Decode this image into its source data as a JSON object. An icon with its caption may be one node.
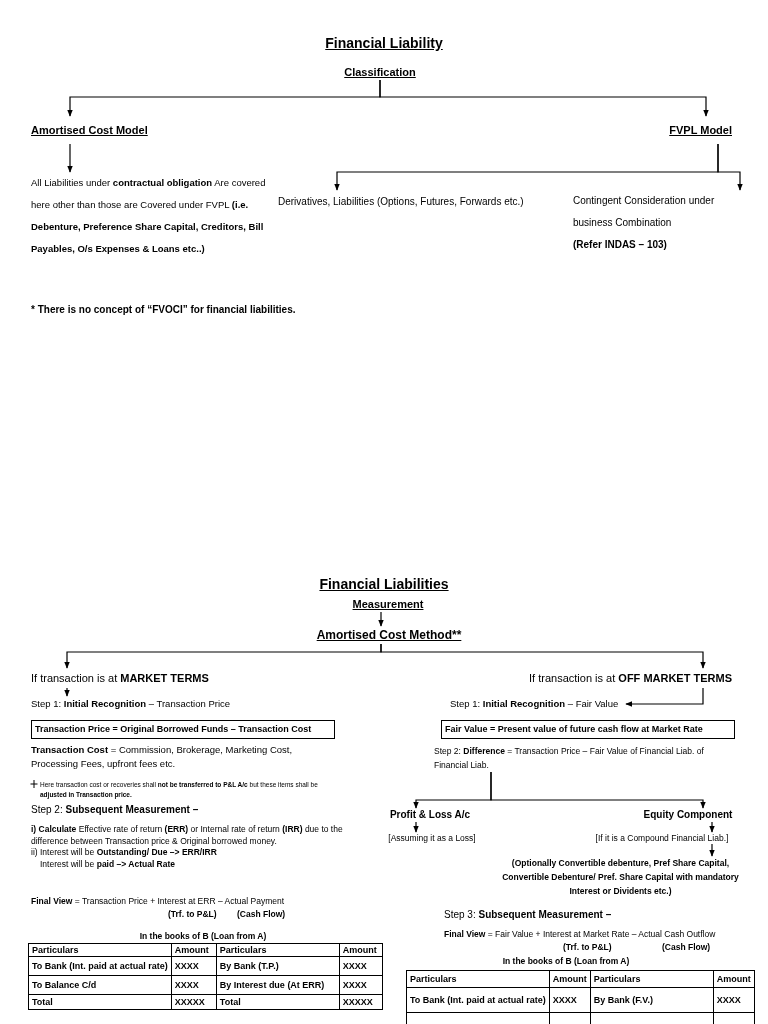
{
  "diagram": {
    "title": "Financial Liability",
    "nodes": [
      {
        "text": [
          "Classification"
        ]
      },
      {
        "text": [
          "Amortised Cost Model"
        ]
      },
      {
        "text": [
          "FVPL Model"
        ]
      },
      {
        "text": [
          "All Liabilities under **contractual obligation** Are covered here other than those are Covered under FVPL **(i.e. Debenture, Preference Share Capital, Creditors, Bill Payables, O/s Expenses & Loans etc..)**"
        ]
      },
      {
        "text": [
          "Derivatives, Liabilities (Options, Futures, Forwards etc.)"
        ]
      },
      {
        "text": [
          "Contingent Consideration under business Combination",
          "(Refer INDAS – 103)"
        ]
      },
      {
        "text": [
          "Measurement"
        ]
      },
      {
        "text": [
          "Amortised Cost Method**"
        ]
      },
      {
        "text": [
          "If transaction is at **MARKET TERMS**"
        ]
      },
      {
        "text": [
          "If transaction is at **OFF MARKET TERMS**"
        ]
      },
      {
        "text": [
          "Step 1: **Initial Recognition** – Transaction Price"
        ]
      },
      {
        "text": [
          "Step 1: **Initial Recognition** – Fair Value"
        ]
      },
      {
        "text": [
          "Transaction Price = Original Borrowed Funds – Transaction Cost"
        ]
      },
      {
        "text": [
          "Fair Value = Present value of future cash flow at Market Rate"
        ]
      },
      {
        "text": [
          "Step 2: **Difference** = Transaction Price – Fair Value of Financial Liab. of Financial Liab."
        ]
      },
      {
        "text": [
          "Profit & Loss A/c"
        ]
      },
      {
        "text": [
          "Equity Component"
        ]
      },
      {
        "text": [
          "[Assuming it as a Loss]"
        ]
      },
      {
        "text": [
          "[If it is a Compound Financial Liab.]"
        ]
      },
      {
        "text": [
          "(Optionally Convertible debenture, Pref Share Capital, Convertible Debenture/ Pref. Share Capital with mandatory Interest or Dividents etc.)"
        ]
      }
    ],
    "edges": [
      {
        "from": 0,
        "to": 1,
        "arrow": "to"
      },
      {
        "from": 0,
        "to": 2,
        "arrow": "to"
      },
      {
        "from": 1,
        "to": 3,
        "arrow": "to"
      },
      {
        "from": 2,
        "to": 4,
        "arrow": "to"
      },
      {
        "from": 2,
        "to": 5,
        "arrow": "to"
      },
      {
        "from": 6,
        "to": 7,
        "arrow": "to"
      },
      {
        "from": 7,
        "to": 8,
        "arrow": "to"
      },
      {
        "from": 7,
        "to": 9,
        "arrow": "to"
      },
      {
        "from": 8,
        "to": 10,
        "arrow": "to"
      },
      {
        "from": 9,
        "to": 11,
        "arrow": "to"
      },
      {
        "from": 14,
        "to": 15,
        "arrow": "to"
      },
      {
        "from": 14,
        "to": 16,
        "arrow": "to"
      },
      {
        "from": 15,
        "to": 17,
        "arrow": "to"
      },
      {
        "from": 16,
        "to": 18,
        "arrow": "to"
      },
      {
        "from": 18,
        "to": 19,
        "arrow": "to"
      }
    ],
    "labels": [
      "Financial Liabilities",
      "* There is no concept of “FVOCI” for financial liabilities.",
      "**Transaction Cost** = Commission, Brokerage, Marketing Cost, Processing Fees, upfront fees etc.",
      "Here transaction cost or recoveries shall **not be transferred to P&L A/c** but these items shall be **adjusted in Transaction price.**",
      "Step 2: **Subsequent Measurement –**",
      "**i) Calculate** Effective rate of return **(ERR)** or Internal rate of return **(IRR)** due to the difference between Transaction price & Original borrowed money.",
      "ii) Interest will be **Outstanding/ Due –> ERR/IRR**",
      "Interest will be **paid –> Actual Rate**",
      "**Final View** = Transaction Price + Interest at ERR – Actual Payment",
      "(Trf. to P&L)",
      "(Cash Flow)",
      "In the books of B (Loan from A)",
      "Particulars",
      "Amount",
      "Particulars",
      "Amount",
      "To Bank (Int. paid at actual rate)",
      "XXXX",
      "By Bank (T.P.)",
      "XXXX",
      "To Balance C/d",
      "XXXX",
      "By Interest due (At ERR)",
      "XXXX",
      "Total",
      "XXXXX",
      "Total",
      "XXXXX",
      "Step 3: **Subsequent Measurement –**",
      "**Final View** = Fair Value + Interest at Market Rate – Actual Cash Outflow",
      "(Trf. to P&L)",
      "(Cash Flow)",
      "In the books of B (Loan from A)",
      "Particulars",
      "Amount",
      "Particulars",
      "Amount",
      "To Bank (Int. paid at actual rate)",
      "XXXX",
      "By Bank (F.V.)",
      "XXXX"
    ]
  }
}
